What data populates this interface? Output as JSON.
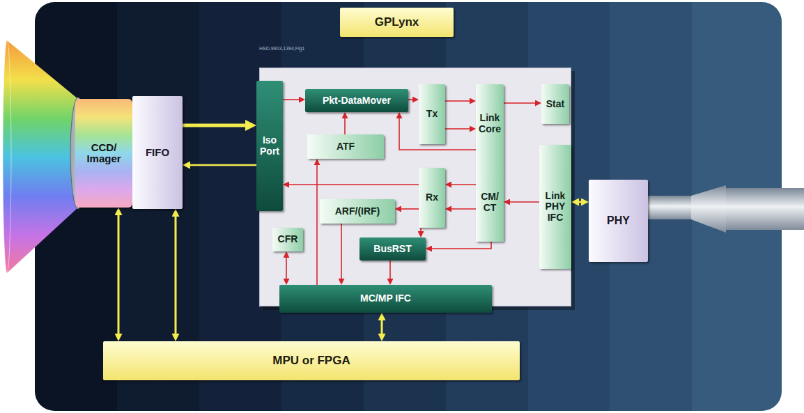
{
  "diagram": {
    "nodes": [
      {
        "text": [
          "GPLynx"
        ]
      },
      {
        "text": [
          "CCD/ Imager"
        ]
      },
      {
        "text": [
          "FIFO"
        ]
      },
      {
        "text": [
          "Iso Port"
        ],
        "in": 0
      },
      {
        "text": [
          "Pkt-DataMover"
        ],
        "in": 0
      },
      {
        "text": [
          "ATF"
        ],
        "in": 0
      },
      {
        "text": [
          "Tx"
        ],
        "in": 0
      },
      {
        "text": [
          "Link Core",
          "CM/ CT"
        ],
        "in": 0
      },
      {
        "text": [
          "Stat"
        ],
        "in": 0
      },
      {
        "text": [
          "Rx"
        ],
        "in": 0
      },
      {
        "text": [
          "ARF/(IRF)"
        ],
        "in": 0
      },
      {
        "text": [
          "CFR"
        ],
        "in": 0
      },
      {
        "text": [
          "BusRST"
        ],
        "in": 0
      },
      {
        "text": [
          "Link PHY IFC"
        ],
        "in": 0
      },
      {
        "text": [
          "MC/MP IFC"
        ],
        "in": 0
      },
      {
        "text": [
          "PHY"
        ]
      },
      {
        "text": [
          "MPU or FPGA"
        ]
      }
    ],
    "edges": [
      {
        "from": 2,
        "to": 3,
        "arrow": "to"
      },
      {
        "from": 3,
        "to": 2,
        "arrow": "to"
      },
      {
        "from": 3,
        "to": 4,
        "arrow": "to"
      },
      {
        "from": 5,
        "to": 4,
        "arrow": "to"
      },
      {
        "from": 4,
        "to": 6,
        "arrow": "to"
      },
      {
        "from": 6,
        "to": 7,
        "arrow": "to"
      },
      {
        "from": 6,
        "to": 7,
        "arrow": "to"
      },
      {
        "from": 7,
        "to": 8,
        "arrow": "to"
      },
      {
        "from": 7,
        "to": 4,
        "arrow": "to"
      },
      {
        "from": 7,
        "to": 9,
        "arrow": "to"
      },
      {
        "from": 7,
        "to": 9,
        "arrow": "to"
      },
      {
        "from": 9,
        "to": 3,
        "arrow": "to"
      },
      {
        "from": 9,
        "to": 10,
        "arrow": "to"
      },
      {
        "from": 9,
        "to": 12,
        "arrow": "to"
      },
      {
        "from": 7,
        "to": 12,
        "arrow": "to"
      },
      {
        "from": 13,
        "to": 7,
        "arrow": "to"
      },
      {
        "from": 13,
        "to": 15,
        "arrow": "both"
      },
      {
        "from": 11,
        "to": 14,
        "arrow": "both"
      },
      {
        "from": 14,
        "to": 5,
        "arrow": "to"
      },
      {
        "from": 10,
        "to": 14,
        "arrow": "to"
      },
      {
        "from": 12,
        "to": 14,
        "arrow": "to"
      },
      {
        "from": 14,
        "to": 16,
        "arrow": "both"
      },
      {
        "from": 1,
        "to": 16,
        "arrow": "both"
      },
      {
        "from": 2,
        "to": 16,
        "arrow": "both"
      }
    ],
    "labels": [
      "HSD,9903,1394,Fig1"
    ]
  }
}
